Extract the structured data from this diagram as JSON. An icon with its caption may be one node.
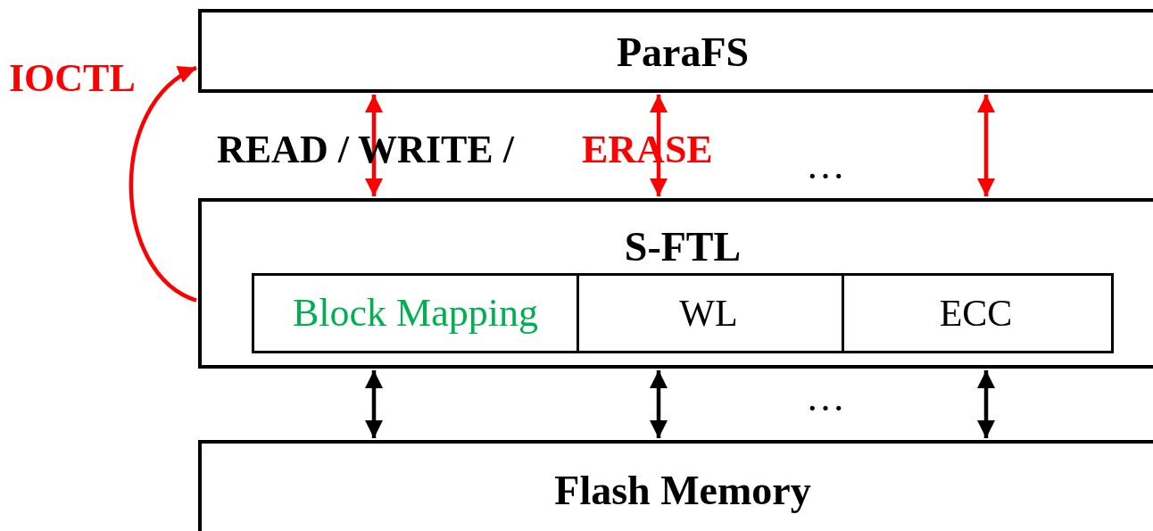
{
  "diagram": {
    "nodes": [
      {
        "text": [
          "ParaFS"
        ]
      },
      {
        "text": [
          "S-FTL"
        ]
      },
      {
        "text": [
          "Block Mapping"
        ],
        "in": 1
      },
      {
        "text": [
          "WL"
        ],
        "in": 1
      },
      {
        "text": [
          "ECC"
        ],
        "in": 1
      },
      {
        "text": [
          "Flash Memory"
        ]
      }
    ],
    "edges": [
      {
        "from": 0,
        "to": 1,
        "arrow": "both",
        "color": "#ff0000"
      },
      {
        "from": 0,
        "to": 1,
        "arrow": "both",
        "color": "#ff0000"
      },
      {
        "from": 0,
        "to": 1,
        "arrow": "both",
        "color": "#ff0000"
      },
      {
        "from": 1,
        "to": 5,
        "arrow": "both",
        "color": "#000000"
      },
      {
        "from": 1,
        "to": 5,
        "arrow": "both",
        "color": "#000000"
      },
      {
        "from": 1,
        "to": 5,
        "arrow": "both",
        "color": "#000000"
      },
      {
        "from": 1,
        "to": 0,
        "arrow": "to",
        "label": "IOCTL",
        "color": "#ff0000"
      }
    ],
    "labels": [
      "READ / WRITE /",
      "ERASE",
      "…",
      "…"
    ]
  }
}
